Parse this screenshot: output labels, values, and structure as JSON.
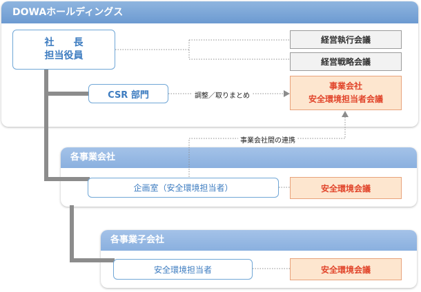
{
  "company": {
    "title": "DOWAホールディングス"
  },
  "president": {
    "line1": "社　　長",
    "line2": "担当役員"
  },
  "meetings": {
    "exec": "経営執行会議",
    "strategy": "経営戦略会議"
  },
  "csr": {
    "label": "CSR 部門",
    "coordination_note": "調整／取りまとめ"
  },
  "group_council": {
    "line1": "事業会社",
    "line2": "安全環境担当者会議"
  },
  "operating_companies": {
    "title": "各事業会社",
    "dept": "企画室（安全環境担当者）",
    "council": "安全環境会議",
    "link_note": "事業会社間の連携"
  },
  "subsidiaries": {
    "title": "各事業子会社",
    "staff": "安全環境担当者",
    "council": "安全環境会議"
  },
  "colors": {
    "blue_band": "#7aa6da",
    "orange_fill": "#fde6cf",
    "orange_text": "#e1452b",
    "blue_text": "#3d7cc0"
  }
}
